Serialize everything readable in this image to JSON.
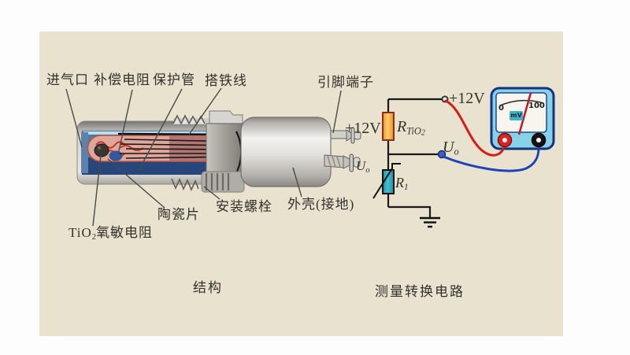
{
  "colors": {
    "page_bg": "#fdfdfd",
    "panel_bg": "#e9e2cf",
    "label_text": "#33312c",
    "wire_black": "#1a1a1a",
    "wire_red": "#d41c18",
    "wire_blue": "#2143b8",
    "r_sensor_fill": "#f2a53c",
    "r1_fill": "#2aa0b5",
    "meter_body": "#86d2e8",
    "meter_border": "#15337f",
    "needle": "#c01828"
  },
  "sensor": {
    "caption": "结构",
    "labels": {
      "air_inlet": "进气口",
      "compensation_resistor": "补偿电阻",
      "protection_tube": "保护管",
      "ground_strap": "搭铁线",
      "pin_terminal": "引脚端子",
      "ceramic_sheet": "陶瓷片",
      "mounting_bolt": "安装螺栓",
      "housing_grounded": "外壳(接地)",
      "tio2_prefix": "TiO",
      "tio2_sub": "2",
      "tio2_suffix": "氧敏电阻",
      "pin_supply": "+12V",
      "pin_output_main": "U",
      "pin_output_sub": "o"
    }
  },
  "circuit": {
    "caption": "测量转换电路",
    "supply_label": "+12V",
    "r_sensor_main": "R",
    "r_sensor_sub": "TiO",
    "r_sensor_subsub": "2",
    "output_main": "U",
    "output_sub": "o",
    "r1_main": "R",
    "r1_sub": "1"
  },
  "meter": {
    "scale_min": "0",
    "scale_max": "100",
    "unit": "mV"
  }
}
